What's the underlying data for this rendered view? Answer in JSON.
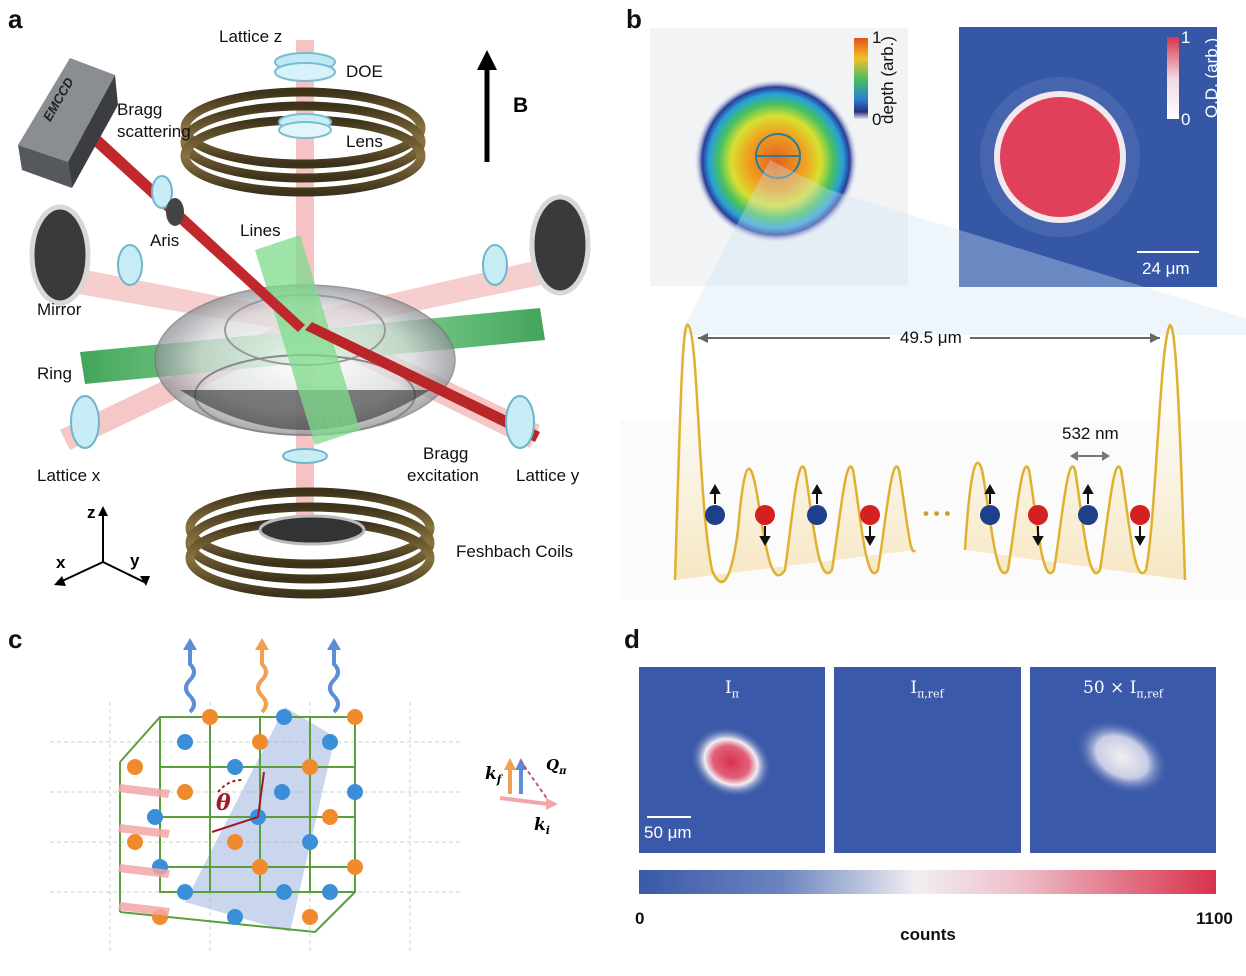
{
  "panels": {
    "a": {
      "letter": "a",
      "labels": {
        "lattice_z": "Lattice z",
        "doe": "DOE",
        "lens": "Lens",
        "emccd": "EMCCD",
        "bragg_scattering": [
          "Bragg",
          "scattering"
        ],
        "aris": "Aris",
        "lines": "Lines",
        "mirror": "Mirror",
        "ring": "Ring",
        "lattice_x": "Lattice x",
        "bragg_excitation": [
          "Bragg",
          "excitation"
        ],
        "lattice_y": "Lattice y",
        "feshbach": "Feshbach Coils",
        "b_field": "B",
        "axis_z": "z",
        "axis_x": "x",
        "axis_y": "y"
      },
      "colors": {
        "coil": "#6b5a2c",
        "laser_red": "#c0282b",
        "beam_pink": "#f2b8b8",
        "green": "#5dcf7a"
      }
    },
    "b": {
      "letter": "b",
      "depth_colorbar": {
        "max": "1",
        "min": "0",
        "label": "depth (arb.)"
      },
      "od_colorbar": {
        "max": "1",
        "min": "0",
        "label": "O.D. (arb.)"
      },
      "scale_bar": "24 μm",
      "width_label": "49.5 μm",
      "spacing_label": "532 nm",
      "ellipsis": "• • •",
      "colors": {
        "od_bg": "#3557a6",
        "od_spot": "#e0405a",
        "lattice": "#e0b030",
        "spin_up": "#1e3f8a",
        "spin_down": "#d42020"
      }
    },
    "c": {
      "letter": "c",
      "theta": "θ",
      "k_f": "k",
      "k_f_sub": "f",
      "k_i": "k",
      "k_i_sub": "i",
      "q": "Q",
      "q_sub": "π",
      "colors": {
        "blue_atom": "#3a8fd8",
        "orange_atom": "#f08a2a",
        "grid": "#5aa03a",
        "plane": "#9db4e0"
      }
    },
    "d": {
      "letter": "d",
      "images": [
        {
          "title": "I",
          "sub": "π",
          "intensity": 1.0
        },
        {
          "title": "I",
          "sub": "π,ref",
          "intensity": 0.0
        },
        {
          "title": "50 × I",
          "sub": "π,ref",
          "intensity": 0.55
        }
      ],
      "scale_bar": "50 μm",
      "colorbar": {
        "min": "0",
        "max": "1100",
        "label": "counts"
      },
      "colors": {
        "bg": "#3a59a8",
        "mid": "#f1eef2",
        "hot": "#d8324c"
      }
    }
  }
}
